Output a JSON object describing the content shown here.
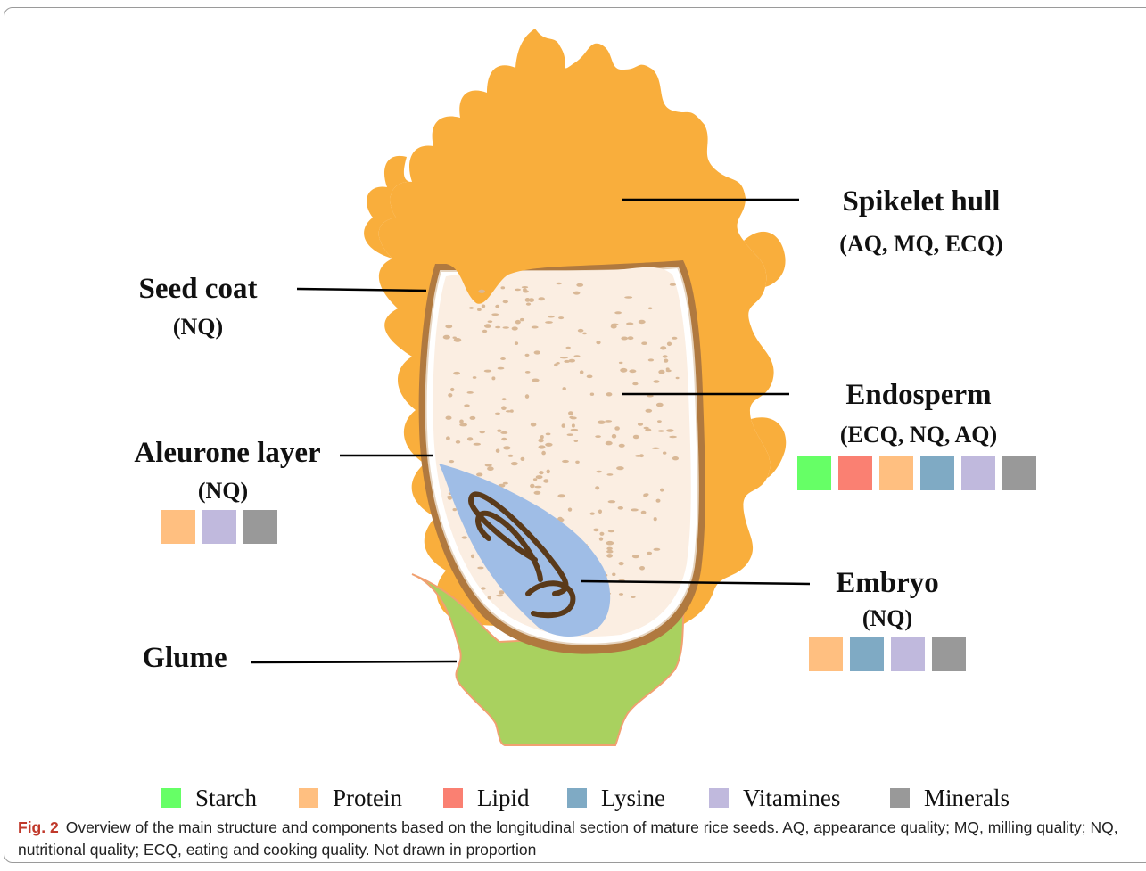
{
  "labels": {
    "spikelet_hull": {
      "name": "Spikelet hull",
      "quality": "(AQ, MQ, ECQ)"
    },
    "seed_coat": {
      "name": "Seed coat",
      "quality": "(NQ)"
    },
    "endosperm": {
      "name": "Endosperm",
      "quality": "(ECQ, NQ, AQ)"
    },
    "aleurone_layer": {
      "name": "Aleurone layer",
      "quality": "(NQ)"
    },
    "embryo": {
      "name": "Embryo",
      "quality": "(NQ)"
    },
    "glume": {
      "name": "Glume"
    }
  },
  "components": {
    "endosperm": [
      "starch",
      "lipid",
      "protein",
      "lysine",
      "vitamines",
      "minerals"
    ],
    "aleurone_layer": [
      "protein",
      "vitamines",
      "minerals"
    ],
    "embryo": [
      "protein",
      "lysine",
      "vitamines",
      "minerals"
    ]
  },
  "colors": {
    "starch": "#66ff66",
    "protein": "#ffbf80",
    "lipid": "#fa8072",
    "lysine": "#7faac4",
    "vitamines": "#c0b9dd",
    "minerals": "#999999",
    "hull": "#f9ae3c",
    "coat": "#b0793f",
    "endosperm": "#fbeee2",
    "embryo": "#9fbde6",
    "glume": "#a9d15f"
  },
  "legend": [
    {
      "key": "starch",
      "label": "Starch"
    },
    {
      "key": "protein",
      "label": "Protein"
    },
    {
      "key": "lipid",
      "label": "Lipid"
    },
    {
      "key": "lysine",
      "label": "Lysine"
    },
    {
      "key": "vitamines",
      "label": "Vitamines"
    },
    {
      "key": "minerals",
      "label": "Minerals"
    }
  ],
  "caption": {
    "fig_label": "Fig. 2",
    "text": "Overview of the main structure and components based on the longitudinal section of mature rice seeds. AQ, appearance quality; MQ, milling quality; NQ, nutritional quality; ECQ, eating and cooking quality. Not drawn in proportion"
  }
}
